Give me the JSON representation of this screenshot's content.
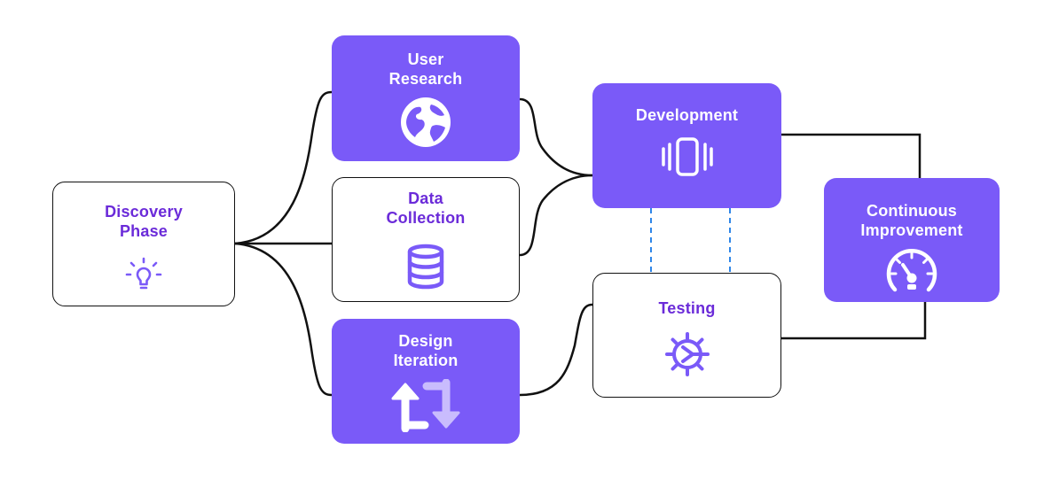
{
  "nodes": {
    "discovery": {
      "line1": "Discovery",
      "line2": "Phase",
      "icon": "lightbulb-icon"
    },
    "user_research": {
      "line1": "User",
      "line2": "Research",
      "icon": "globe-icon"
    },
    "data_collection": {
      "line1": "Data",
      "line2": "Collection",
      "icon": "database-icon"
    },
    "design_iteration": {
      "line1": "Design",
      "line2": "Iteration",
      "icon": "repeat-arrows-icon"
    },
    "development": {
      "line1": "Development",
      "icon": "carousel-icon"
    },
    "testing": {
      "line1": "Testing",
      "icon": "gear-icon"
    },
    "continuous_improvement": {
      "line1": "Continuous",
      "line2": "Improvement",
      "icon": "speedometer-icon"
    }
  },
  "colors": {
    "filled_node": "#7a5af8",
    "outline_text": "#6b2bd9",
    "outline_icon": "#7a5af8",
    "connector": "#111111",
    "dashed_link": "#2f86e8"
  }
}
